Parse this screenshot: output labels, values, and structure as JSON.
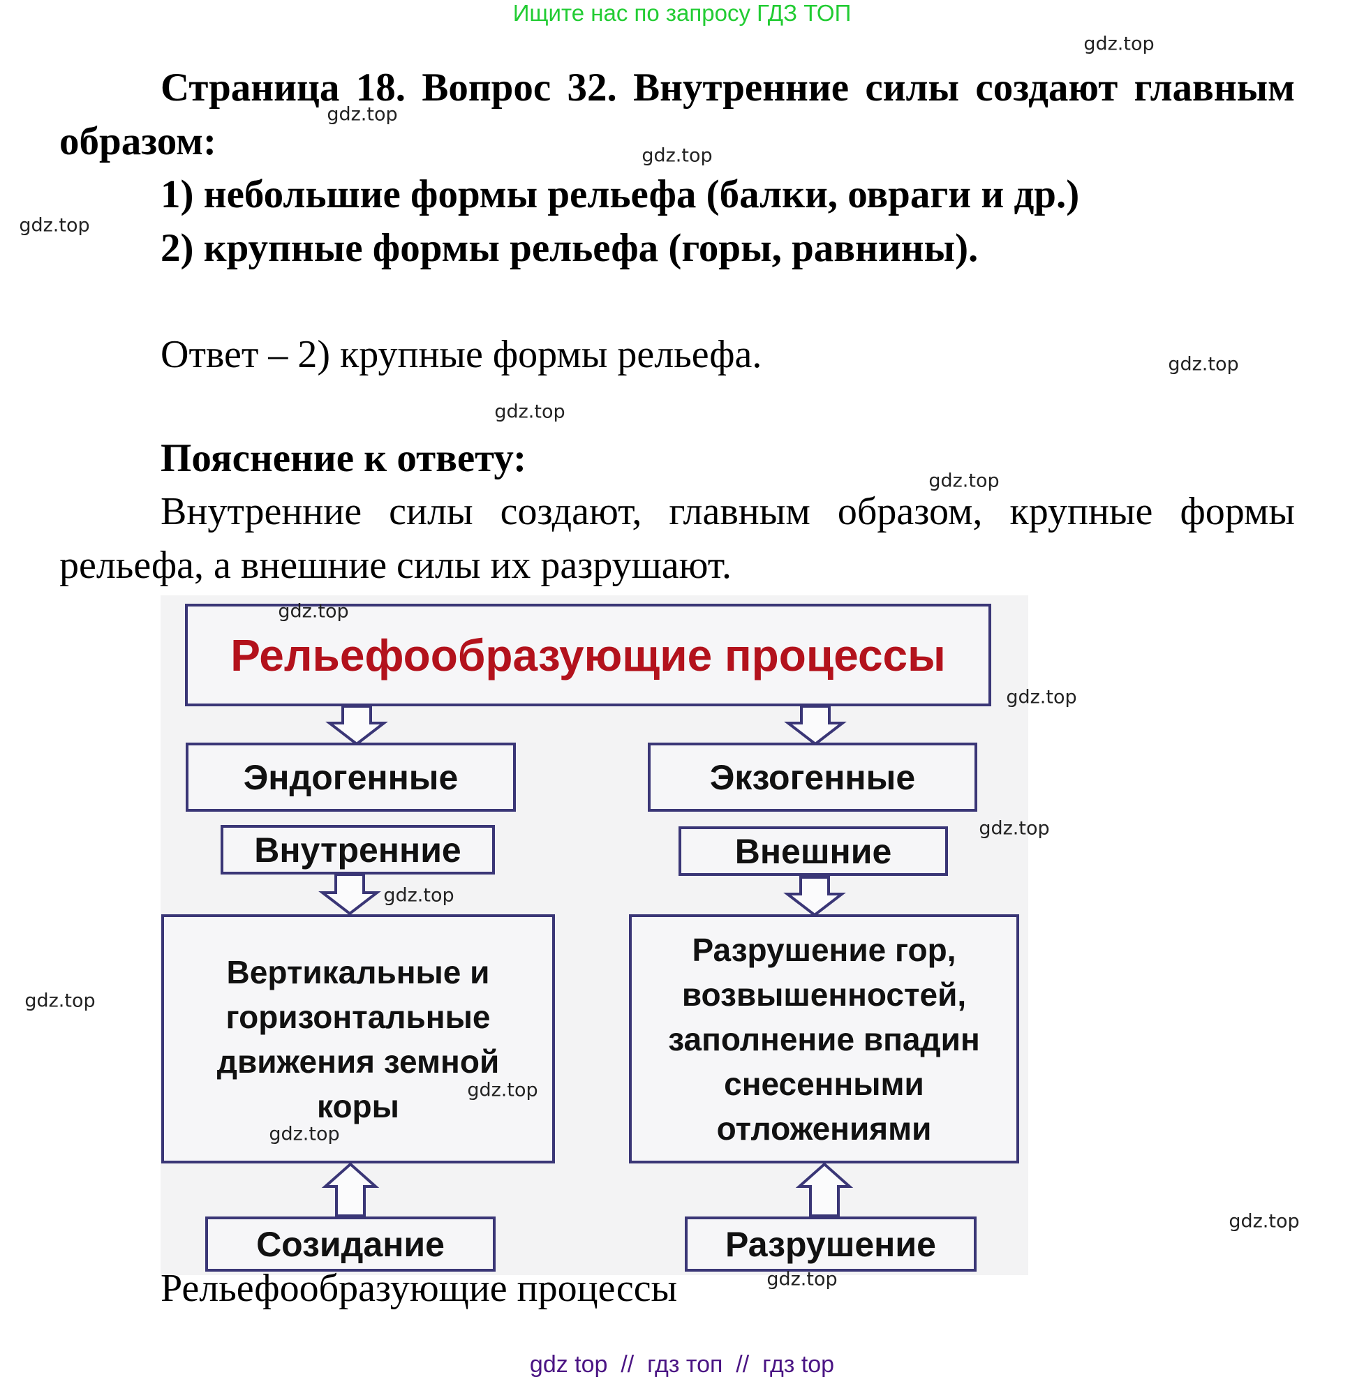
{
  "banner": {
    "text": "Ищите нас по запросу ГДЗ ТОП"
  },
  "question": {
    "heading": "Страница 18. Вопрос 32. Внутренние силы создают главным образом:",
    "options": [
      "1) небольшие формы рельефа (балки, овраги и др.)",
      "2) крупные формы рельефа (горы, равнины)."
    ]
  },
  "answer": {
    "text": "Ответ – 2) крупные формы рельефа."
  },
  "explanation": {
    "heading": "Пояснение к ответу:",
    "text": "Внутренние силы создают, главным образом, крупные формы рельефа, а внешние силы их разрушают."
  },
  "diagram": {
    "title": "Рельефообразующие процессы",
    "title_color": "#b3121c",
    "border_color": "#3a3676",
    "left": {
      "type": "Эндогенные",
      "subtype": "Внутренние",
      "description": "Вертикальные и горизонтальные движения земной коры",
      "result": "Созидание"
    },
    "right": {
      "type": "Экзогенные",
      "subtype": "Внешние",
      "description": "Разрушение гор, возвышенностей, заполнение впадин снесенными отложениями",
      "result": "Разрушение"
    }
  },
  "caption": {
    "text": "Рельефообразующие процессы"
  },
  "watermarks": [
    "gdz.top",
    "gdz.top",
    "gdz.top",
    "gdz.top",
    "gdz.top",
    "gdz.top",
    "gdz.top",
    "gdz.top",
    "gdz.top",
    "gdz.top",
    "gdz.top",
    "gdz.top",
    "gdz.top",
    "gdz.top",
    "gdz.top",
    "gdz.top"
  ],
  "footer": {
    "text": "gdz top  //  гдз топ  //  гдз top"
  }
}
